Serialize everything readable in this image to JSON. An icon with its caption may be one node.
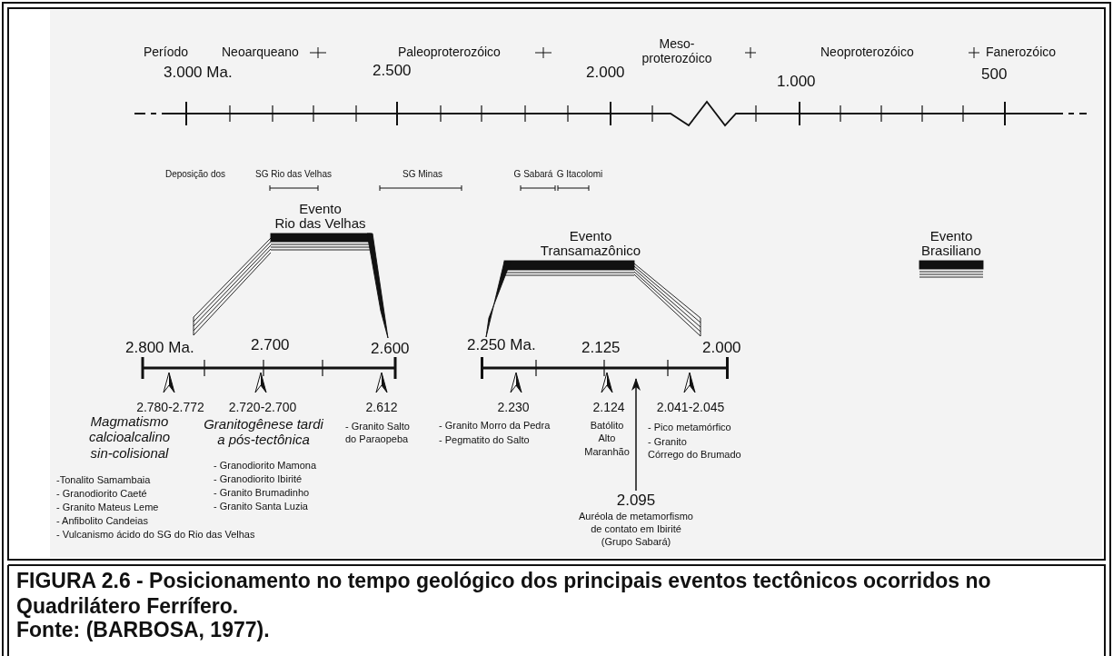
{
  "diagram": {
    "caption": "FIGURA 2.6 - Posicionamento no tempo geológico dos principais eventos tectônicos ocorridos no Quadrilátero Ferrífero.",
    "nodes": [
      {
        "text": [
          "2.095",
          "Auréola de metamorfismo de contato em Ibirité (Grupo Sabará)"
        ]
      },
      {
        "text": [],
        "shape": "bar"
      }
    ],
    "edges": [
      {
        "from": 0,
        "to": 1,
        "arrow": "to"
      }
    ],
    "labels": [
      "Período",
      "Neoarqueano",
      "Paleoproterozóico",
      "Meso- proterozóico",
      "Neoproterozóico",
      "Fanerozóico",
      "3.000 Ma.",
      "2.500",
      "2.000",
      "1.000",
      "500",
      "Deposição dos",
      "SG Rio das Velhas",
      "SG Minas",
      "G Sabará",
      "G Itacolomi",
      "Evento Rio das Velhas",
      "Evento Transamazônico",
      "Evento Brasiliano",
      "2.800 Ma.",
      "2.700",
      "2.600",
      "2.250 Ma.",
      "2.125",
      "2.000",
      "2.780-2.772",
      "2.720-2.700",
      "2.612",
      "2.230",
      "2.124",
      "2.041-2.045",
      "Magmatismo calcioalcalino sin-colisional",
      "Granitogênese tardi a pós-tectônica",
      "- Granito Salto do Paraopeba",
      "- Granito Morro da Pedra",
      "- Pegmatito do Salto",
      "Batólito Alto Maranhão",
      "- Pico metamórfico",
      "- Granito Córrego do Brumado",
      "- Granodiorito Mamona",
      "- Granodiorito Ibirité",
      "- Granito Brumadinho",
      "- Granito Santa Luzia",
      "-Tonalito Samambaia",
      "- Granodiorito Caeté",
      "- Granito Mateus Leme",
      "- Anfibolito Candeias",
      "- Vulcanismo ácido do SG do Rio das Velhas",
      "Fonte: (BARBOSA, 1977)."
    ]
  }
}
